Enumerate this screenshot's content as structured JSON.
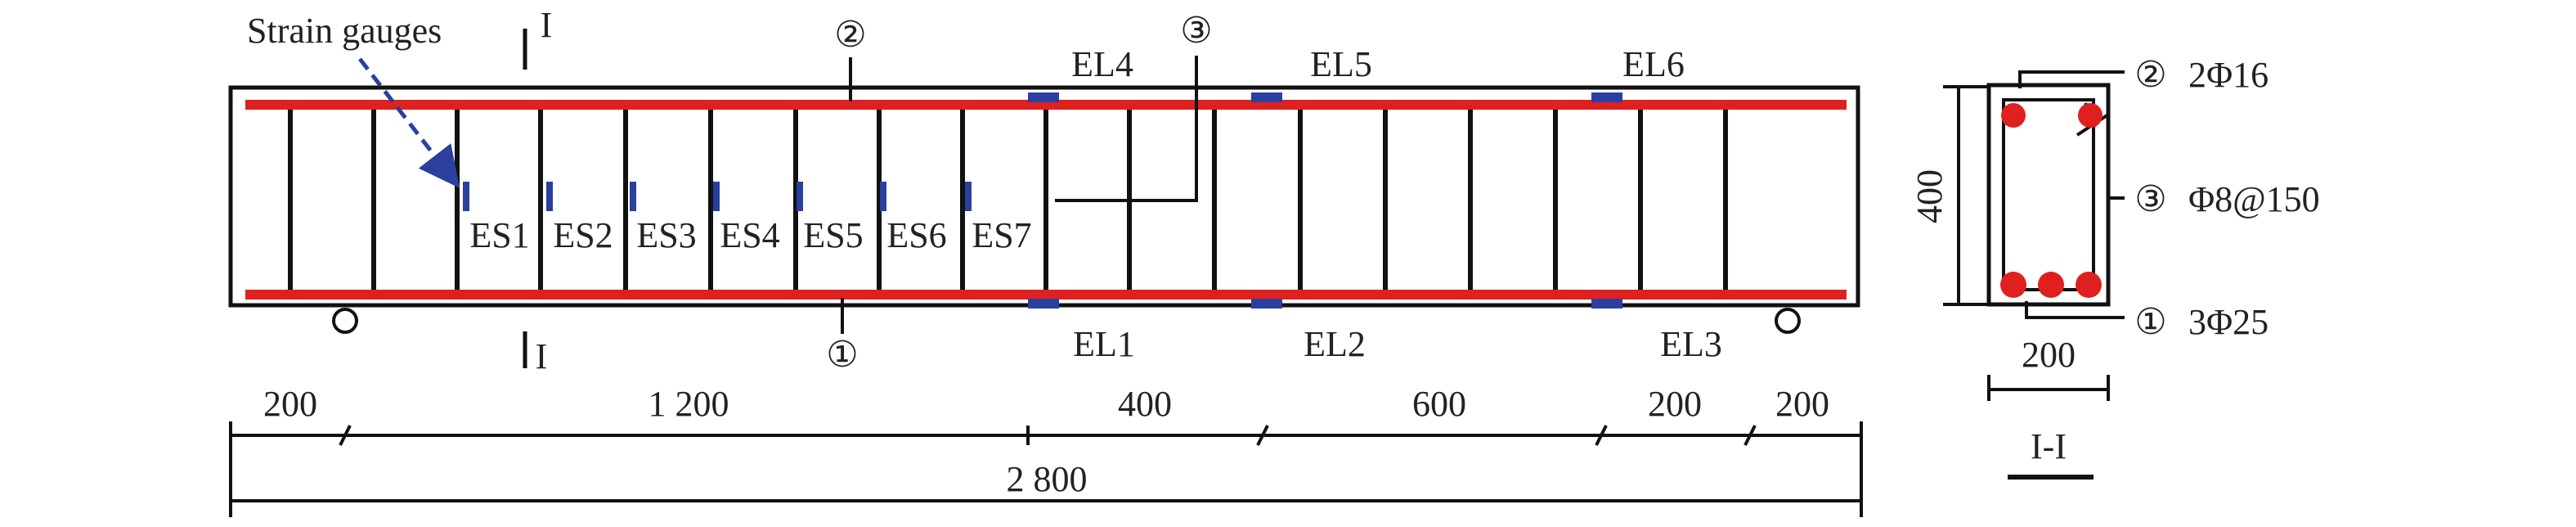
{
  "beam": {
    "strain_gauge_label": "Strain gauges",
    "section_mark": "I",
    "top_bar_marker": "②",
    "bottom_bar_marker": "①",
    "stirrup_marker": "③",
    "stirrup_gauges": [
      "ES1",
      "ES2",
      "ES3",
      "ES4",
      "ES5",
      "ES6",
      "ES7"
    ],
    "top_gauges": [
      "EL4",
      "EL5",
      "EL6"
    ],
    "bottom_gauges": [
      "EL1",
      "EL2",
      "EL3"
    ]
  },
  "dimensions": {
    "segments": [
      "200",
      "1 200",
      "400",
      "600",
      "200",
      "200"
    ],
    "total": "2 800"
  },
  "section": {
    "title": "I-I",
    "height": "400",
    "width": "200",
    "top_rebar_marker": "②",
    "top_rebar": "2Φ16",
    "stirrup_marker": "③",
    "stirrup": "Φ8@150",
    "bottom_rebar_marker": "①",
    "bottom_rebar": "3Φ25"
  },
  "colors": {
    "rebar": "#e0201f",
    "gauge": "#2b3f9e",
    "line": "#111111"
  }
}
